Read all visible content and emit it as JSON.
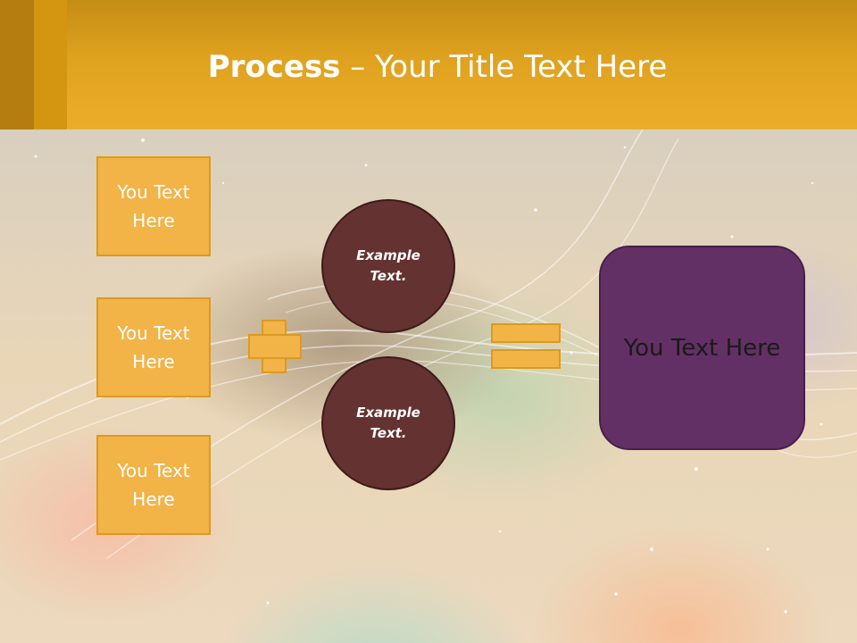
{
  "header": {
    "title_bold": "Process",
    "title_rest": " – Your Title Text Here"
  },
  "inputs": [
    {
      "label": "You Text Here"
    },
    {
      "label": "You Text Here"
    },
    {
      "label": "You Text Here"
    }
  ],
  "circles": [
    {
      "label": "Example Text."
    },
    {
      "label": "Example Text."
    }
  ],
  "result": {
    "label": "You Text Here"
  },
  "colors": {
    "header": "#e6a623",
    "box_fill": "#f2b347",
    "circle_fill": "#643230",
    "result_fill": "#623065"
  }
}
